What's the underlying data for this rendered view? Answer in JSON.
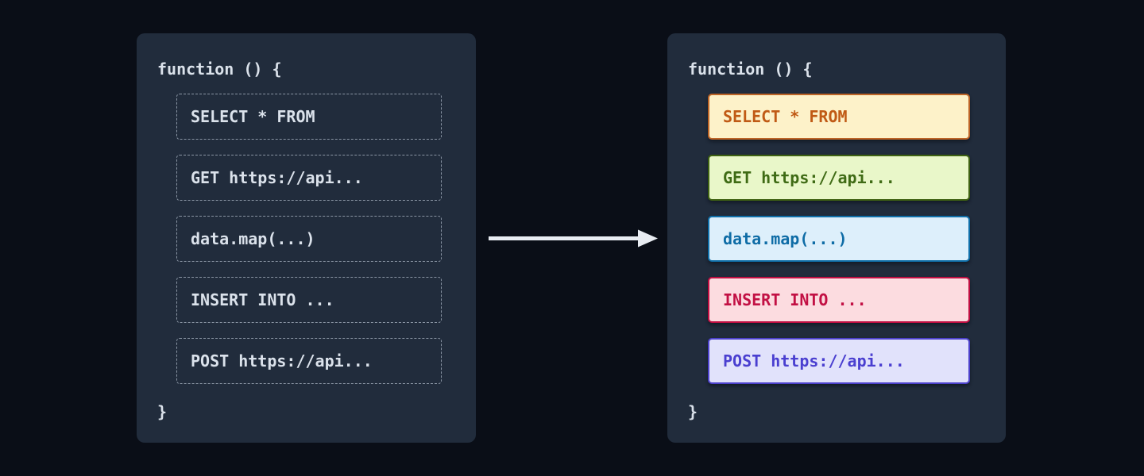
{
  "page": {
    "background": "#0a0e17",
    "panel_background": "#212c3c",
    "panel_text_color": "#dbe2eb",
    "dashed_border_color": "#8a95a4"
  },
  "arrow": {
    "direction": "left-to-right",
    "color": "#e8ecf2"
  },
  "left_panel": {
    "open_line": "function () {",
    "close_line": "}",
    "items": [
      {
        "label": "SELECT * FROM"
      },
      {
        "label": "GET https://api..."
      },
      {
        "label": "data.map(...)"
      },
      {
        "label": "INSERT INTO ..."
      },
      {
        "label": "POST https://api..."
      }
    ]
  },
  "right_panel": {
    "open_line": "function () {",
    "close_line": "}",
    "items": [
      {
        "label": "SELECT * FROM",
        "background": "#fdf2c9",
        "border": "#bd6426",
        "text": "#c05a15"
      },
      {
        "label": "GET https://api...",
        "background": "#e9f7c9",
        "border": "#3f6212",
        "text": "#3f6b15"
      },
      {
        "label": "data.map(...)",
        "background": "#ddeffb",
        "border": "#0f6fa9",
        "text": "#0e6ca6"
      },
      {
        "label": "INSERT INTO ...",
        "background": "#fcdce0",
        "border": "#c00e41",
        "text": "#c21044"
      },
      {
        "label": "POST https://api...",
        "background": "#e1e2fb",
        "border": "#4c41cb",
        "text": "#4a3fd0"
      }
    ]
  }
}
